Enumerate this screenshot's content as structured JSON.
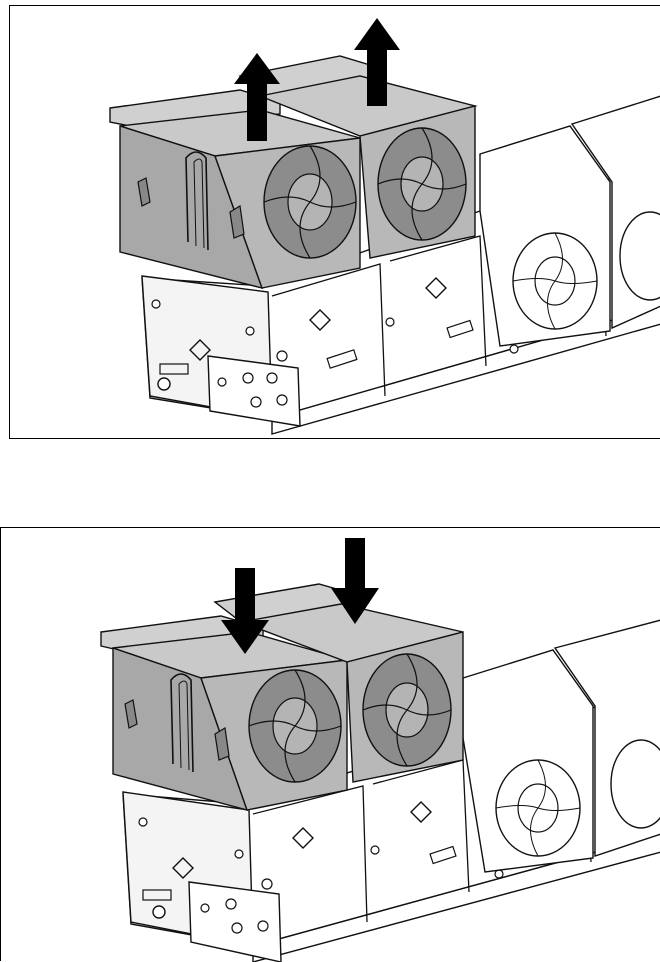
{
  "figure": {
    "panels": [
      {
        "name": "remove-fans",
        "arrow_direction": "up"
      },
      {
        "name": "install-fans",
        "arrow_direction": "down"
      }
    ],
    "colors": {
      "line": "#111111",
      "fan_housing": "#b4b4b4",
      "fan_top": "#c9c9c9",
      "fan_side": "#9e9e9e",
      "fan_blade": "#8c8c8c",
      "bracket": "#ffffff",
      "bracket_shade": "#e6e6e6",
      "arrow": "#000000"
    }
  }
}
